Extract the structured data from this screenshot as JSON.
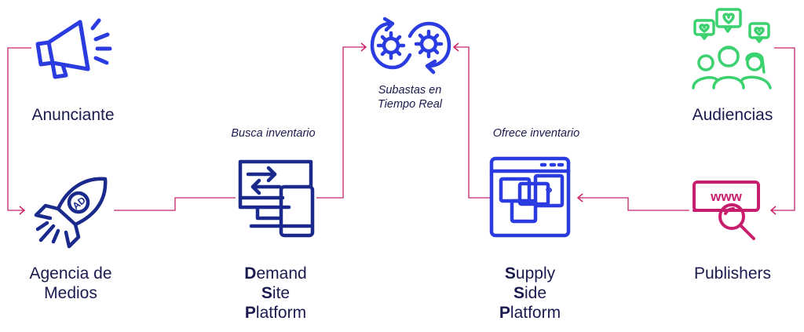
{
  "nodes": {
    "anunciante": {
      "label": "Anunciante",
      "icon": "megaphone-icon"
    },
    "agencia": {
      "line1": "Agencia de",
      "line2": "Medios",
      "icon": "rocket-ad-icon"
    },
    "dsp": {
      "l1_initial": "D",
      "l1_rest": "emand",
      "l2_initial": "S",
      "l2_rest": "ite",
      "l3_initial": "P",
      "l3_rest": "latform",
      "icon": "computer-devices-icon"
    },
    "rtb": {
      "line1": "Subastas en",
      "line2": "Tiempo Real",
      "icon": "gears-exchange-icon"
    },
    "ssp": {
      "l1_initial": "S",
      "l1_rest": "upply",
      "l2_initial": "S",
      "l2_rest": "ide",
      "l3_initial": "P",
      "l3_rest": "latform",
      "icon": "website-blocks-icon"
    },
    "audiencias": {
      "label": "Audiencias",
      "icon": "audience-people-icon"
    },
    "publishers": {
      "label": "Publishers",
      "icon": "www-search-icon",
      "www_text": "www"
    }
  },
  "captions": {
    "busca": "Busca inventario",
    "ofrece": "Ofrece inventario"
  },
  "colors": {
    "text": "#1a1a4e",
    "arrow": "#c8246a",
    "navy": "#1a2a8c",
    "blue": "#2a3be0",
    "green": "#3bd16f",
    "magenta": "#c81e6e"
  }
}
